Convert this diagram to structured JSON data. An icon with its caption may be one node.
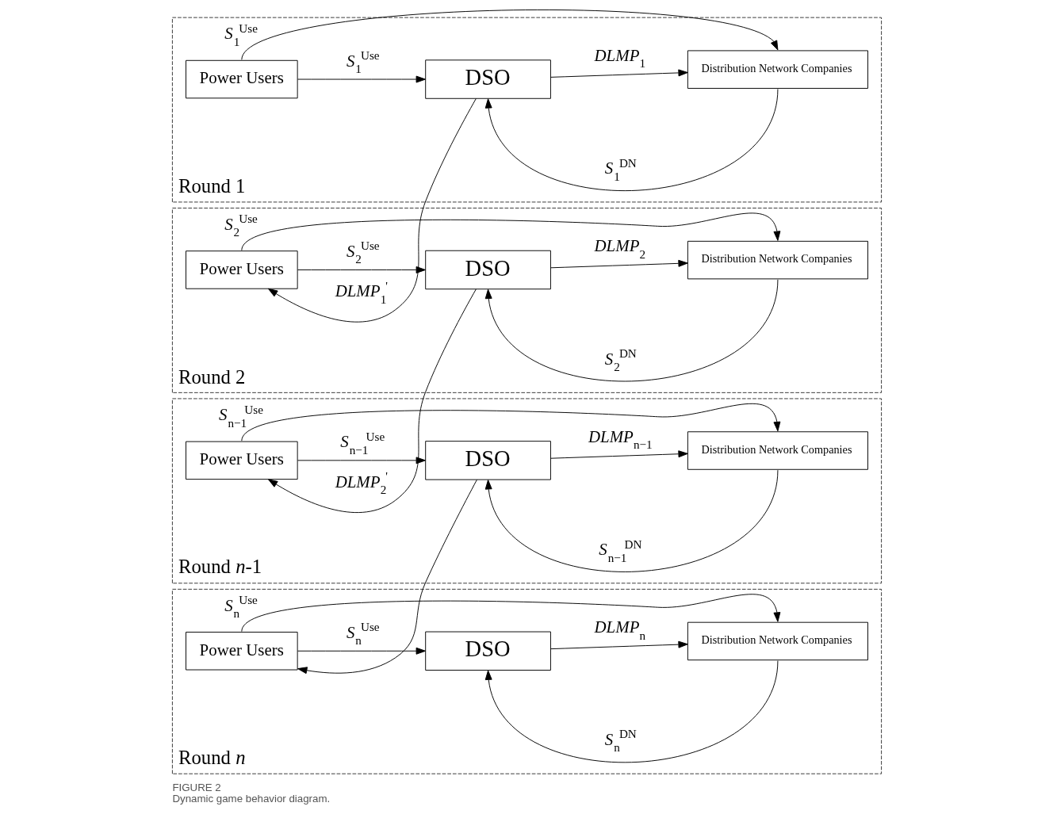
{
  "diagram": {
    "title": "FIGURE 2",
    "caption": "Dynamic game behavior diagram.",
    "nodes": [
      {
        "text": [
          "Round 1"
        ]
      },
      {
        "text": [
          "Power Users"
        ],
        "in": 0
      },
      {
        "text": [
          "DSO"
        ],
        "in": 0
      },
      {
        "text": [
          "Distribution Network Companies"
        ],
        "in": 0
      },
      {
        "text": [
          "Round 2"
        ]
      },
      {
        "text": [
          "Power Users"
        ],
        "in": 4
      },
      {
        "text": [
          "DSO"
        ],
        "in": 4
      },
      {
        "text": [
          "Distribution Network Companies"
        ],
        "in": 4
      },
      {
        "text": [
          "Round *n*-1"
        ]
      },
      {
        "text": [
          "Power Users"
        ],
        "in": 8
      },
      {
        "text": [
          "DSO"
        ],
        "in": 8
      },
      {
        "text": [
          "Distribution Network Companies"
        ],
        "in": 8
      },
      {
        "text": [
          "Round *n*"
        ]
      },
      {
        "text": [
          "Power Users"
        ],
        "in": 12
      },
      {
        "text": [
          "DSO"
        ],
        "in": 12
      },
      {
        "text": [
          "Distribution Network Companies"
        ],
        "in": 12
      }
    ],
    "edges": [
      {
        "from": 1,
        "to": 2,
        "arrow": "to",
        "label": "*S*$_{1}$$^{Use}$"
      },
      {
        "from": 1,
        "to": 3,
        "arrow": "to",
        "label": "*S*$_{1}$$^{Use}$"
      },
      {
        "from": 2,
        "to": 3,
        "arrow": "to",
        "label": "*DLMP*$_{1}$"
      },
      {
        "from": 3,
        "to": 2,
        "arrow": "to",
        "label": "*S*$_{1}$$^{DN}$"
      },
      {
        "from": 2,
        "to": 5,
        "arrow": "to",
        "label": "*DLMP*$_{1}$$^{'}$"
      },
      {
        "from": 5,
        "to": 6,
        "arrow": "to",
        "label": "*S*$_{2}$$^{Use}$"
      },
      {
        "from": 5,
        "to": 7,
        "arrow": "to",
        "label": "*S*$_{2}$$^{Use}$"
      },
      {
        "from": 6,
        "to": 7,
        "arrow": "to",
        "label": "*DLMP*$_{2}$"
      },
      {
        "from": 7,
        "to": 6,
        "arrow": "to",
        "label": "*S*$_{2}$$^{DN}$"
      },
      {
        "from": 6,
        "to": 9,
        "arrow": "to",
        "label": "*DLMP*$_{2}$$^{'}$"
      },
      {
        "from": 9,
        "to": 10,
        "arrow": "to",
        "label": "*S*$_{n−1}$$^{Use}$"
      },
      {
        "from": 9,
        "to": 11,
        "arrow": "to",
        "label": "*S*$_{n−1}$$^{Use}$"
      },
      {
        "from": 10,
        "to": 11,
        "arrow": "to",
        "label": "*DLMP*$_{n−1}$"
      },
      {
        "from": 11,
        "to": 10,
        "arrow": "to",
        "label": "*S*$_{n−1}$$^{DN}$"
      },
      {
        "from": 10,
        "to": 13,
        "arrow": "to"
      },
      {
        "from": 13,
        "to": 14,
        "arrow": "to",
        "label": "*S*$_{n}$$^{Use}$"
      },
      {
        "from": 13,
        "to": 15,
        "arrow": "to",
        "label": "*S*$_{n}$$^{Use}$"
      },
      {
        "from": 14,
        "to": 15,
        "arrow": "to",
        "label": "*DLMP*$_{n}$"
      },
      {
        "from": 15,
        "to": 14,
        "arrow": "to",
        "label": "*S*$_{n}$$^{DN}$"
      }
    ]
  }
}
